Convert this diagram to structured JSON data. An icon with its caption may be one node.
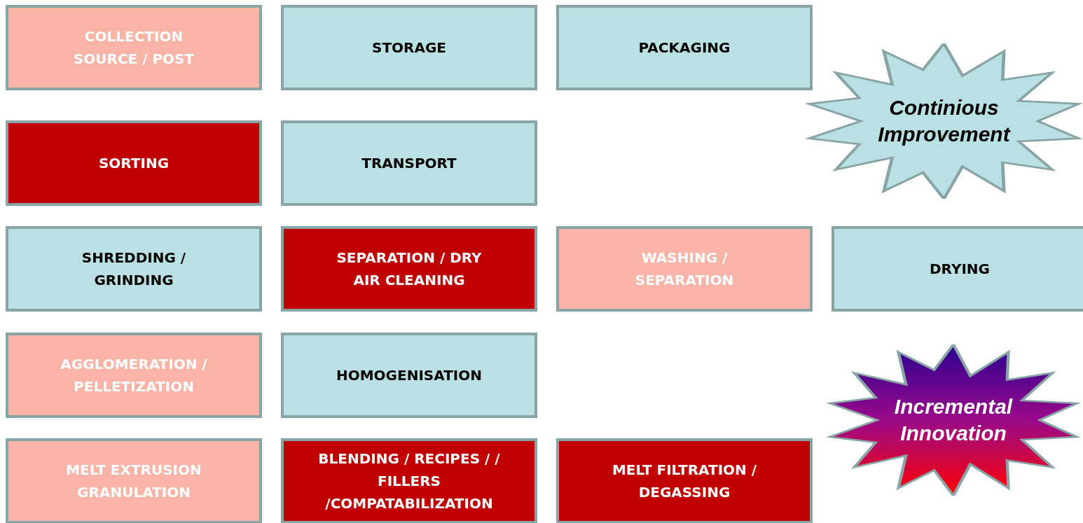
{
  "diagram": {
    "nodes": [
      {
        "text": [
          "COLLECTION SOURCE / POST"
        ]
      },
      {
        "text": [
          "STORAGE"
        ]
      },
      {
        "text": [
          "PACKAGING"
        ]
      },
      {
        "text": [
          "Continious Improvement"
        ]
      },
      {
        "text": [
          "SORTING"
        ]
      },
      {
        "text": [
          "TRANSPORT"
        ]
      },
      {
        "text": [
          "SHREDDING / GRINDING"
        ]
      },
      {
        "text": [
          "SEPARATION / DRY AIR CLEANING"
        ]
      },
      {
        "text": [
          "WASHING / SEPARATION"
        ]
      },
      {
        "text": [
          "DRYING"
        ]
      },
      {
        "text": [
          "AGGLOMERATION / PELLETIZATION"
        ]
      },
      {
        "text": [
          "HOMOGENISATION"
        ]
      },
      {
        "text": [
          "Incremental Innovation"
        ]
      },
      {
        "text": [
          "MELT EXTRUSION GRANULATION"
        ]
      },
      {
        "text": [
          "BLENDING / RECIPES / / FILLERS /COMPATABILIZATION"
        ]
      },
      {
        "text": [
          "MELT FILTRATION / DEGASSING"
        ]
      }
    ]
  }
}
